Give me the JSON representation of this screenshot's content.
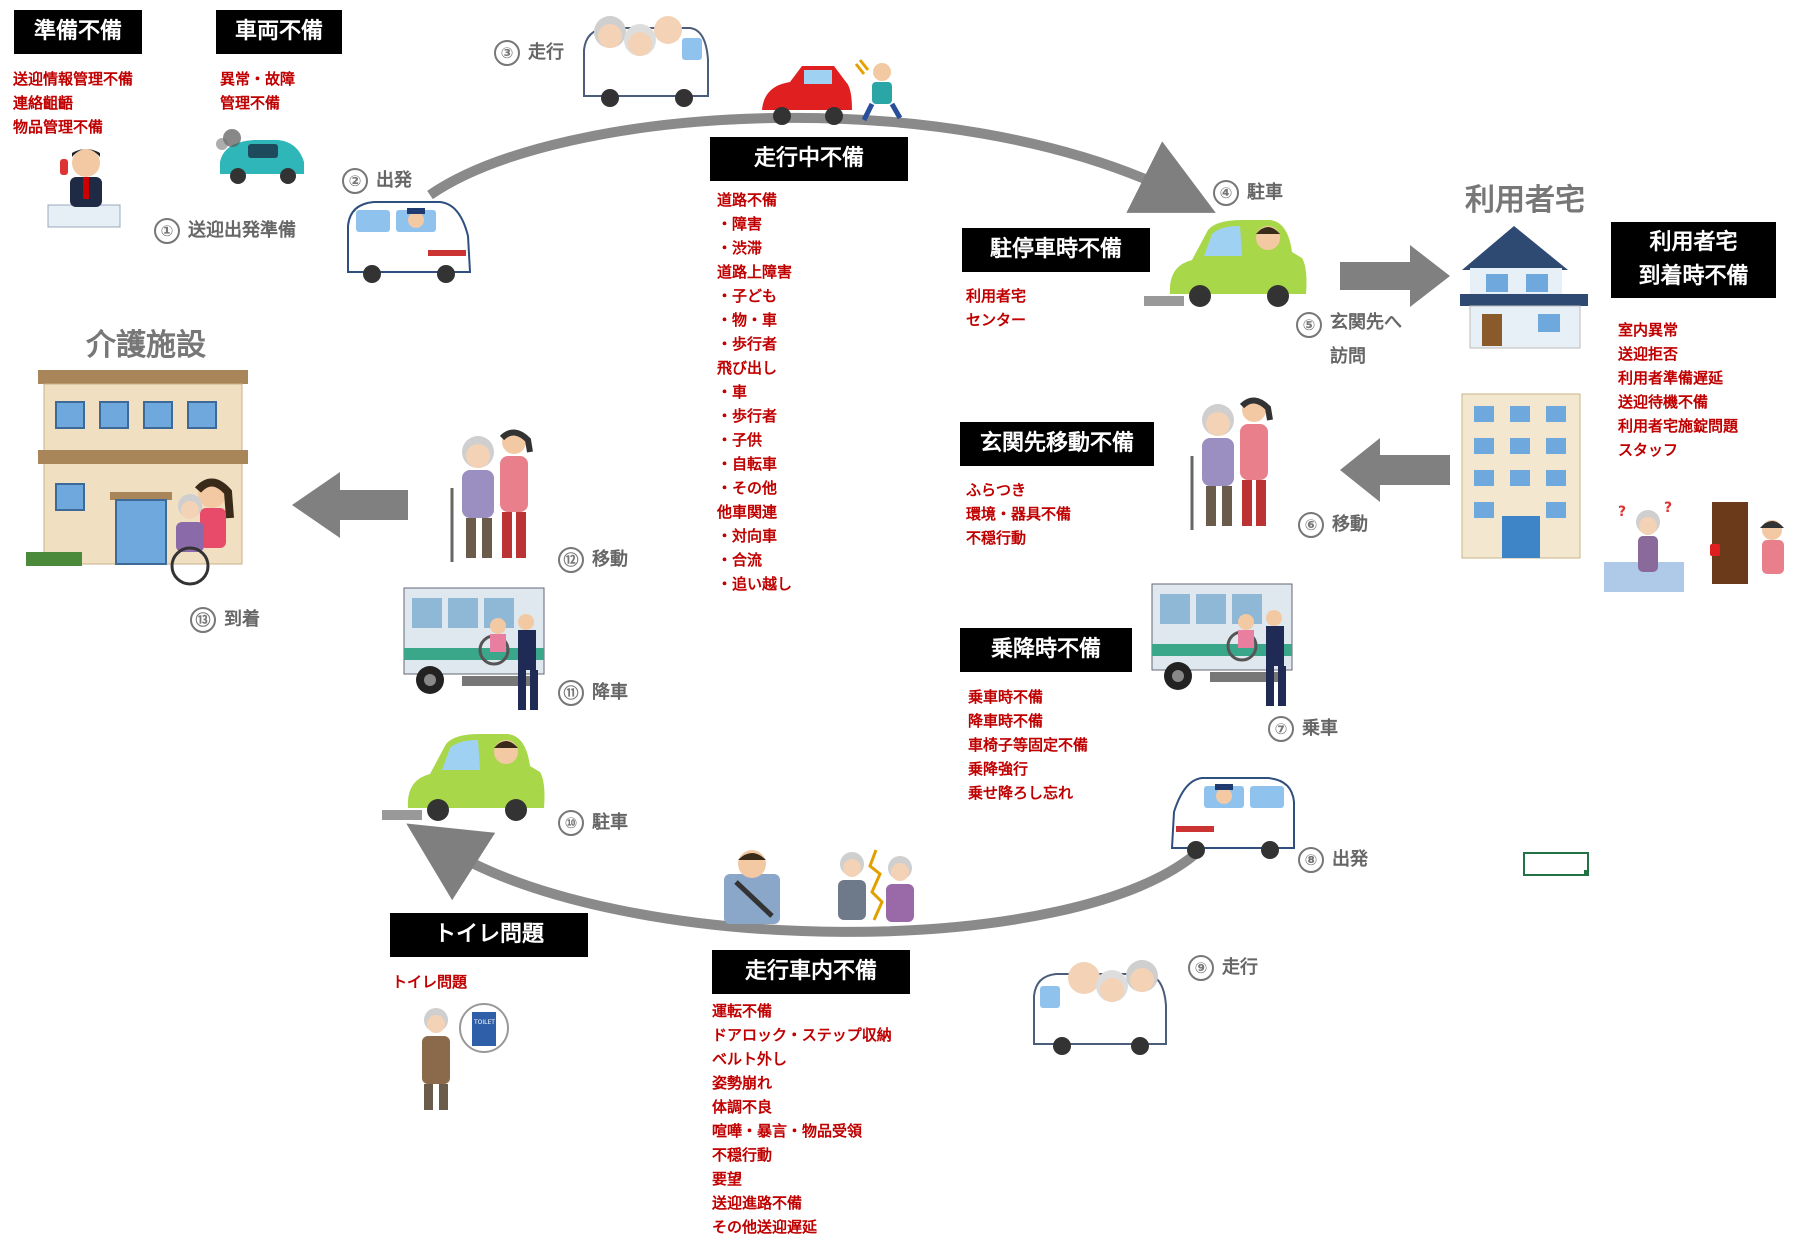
{
  "categories": {
    "preparation": {
      "title": "準備不備",
      "items": [
        "送迎情報管理不備",
        "連絡齟齬",
        "物品管理不備"
      ]
    },
    "vehicle": {
      "title": "車両不備",
      "items": [
        "異常・故障",
        "管理不備"
      ]
    },
    "driving": {
      "title": "走行中不備",
      "items": [
        "道路不備",
        "・障害",
        "・渋滞",
        "道路上障害",
        "・子ども",
        "・物・車",
        "・歩行者",
        "飛び出し",
        "・車",
        "・歩行者",
        "・子供",
        "・自転車",
        "・その他",
        "他車関連",
        "・対向車",
        "・合流",
        "・追い越し"
      ]
    },
    "parking": {
      "title": "駐停車時不備",
      "items": [
        "利用者宅",
        "センター"
      ]
    },
    "home_arrival": {
      "title": "利用者宅\n到着時不備",
      "items": [
        "室内異常",
        "送迎拒否",
        "利用者準備遅延",
        "送迎待機不備",
        "利用者宅施錠問題",
        "スタッフ"
      ]
    },
    "entrance": {
      "title": "玄関先移動不備",
      "items": [
        "ふらつき",
        "環境・器具不備",
        "不穏行動"
      ]
    },
    "boarding": {
      "title": "乗降時不備",
      "items": [
        "乗車時不備",
        "降車時不備",
        "車椅子等固定不備",
        "乗降強行",
        "乗せ降ろし忘れ"
      ]
    },
    "toilet": {
      "title": "トイレ問題",
      "items": [
        "トイレ問題"
      ]
    },
    "in_vehicle": {
      "title": "走行車内不備",
      "items": [
        "運転不備",
        "ドアロック・ステップ収納",
        "ベルト外し",
        "姿勢崩れ",
        "体調不良",
        "喧嘩・暴言・物品受領",
        "不穏行動",
        "要望",
        "送迎進路不備",
        "その他送迎遅延"
      ]
    }
  },
  "steps": [
    {
      "num": "①",
      "label": "送迎出発準備"
    },
    {
      "num": "②",
      "label": "出発"
    },
    {
      "num": "③",
      "label": "走行"
    },
    {
      "num": "④",
      "label": "駐車"
    },
    {
      "num": "⑤",
      "label": "玄関先へ\n訪問"
    },
    {
      "num": "⑥",
      "label": "移動"
    },
    {
      "num": "⑦",
      "label": "乗車"
    },
    {
      "num": "⑧",
      "label": "出発"
    },
    {
      "num": "⑨",
      "label": "走行"
    },
    {
      "num": "⑩",
      "label": "駐車"
    },
    {
      "num": "⑪",
      "label": "降車"
    },
    {
      "num": "⑫",
      "label": "移動"
    },
    {
      "num": "⑬",
      "label": "到着"
    }
  ],
  "places": {
    "facility": "介護施設",
    "home": "利用者宅"
  },
  "illustrations": {
    "toilet_sign": "TOILET",
    "icons": [
      "staff-phone-icon",
      "broken-car-icon",
      "van-driver-icon",
      "van-elderly-icon",
      "red-car-child-icon",
      "green-car-icon",
      "house-icon",
      "apartment-icon",
      "elderly-helper-icon",
      "bus-wheelchair-icon",
      "elderly-confused-icon",
      "locked-door-icon",
      "seatbelt-child-icon",
      "arguing-elderly-icon",
      "elderly-toilet-icon",
      "facility-building-icon"
    ]
  },
  "colors": {
    "header_bg": "#000000",
    "header_text": "#ffffff",
    "item_text": "#c00000",
    "step_text": "#666666",
    "arrow": "#808080",
    "place_text": "#777777"
  }
}
